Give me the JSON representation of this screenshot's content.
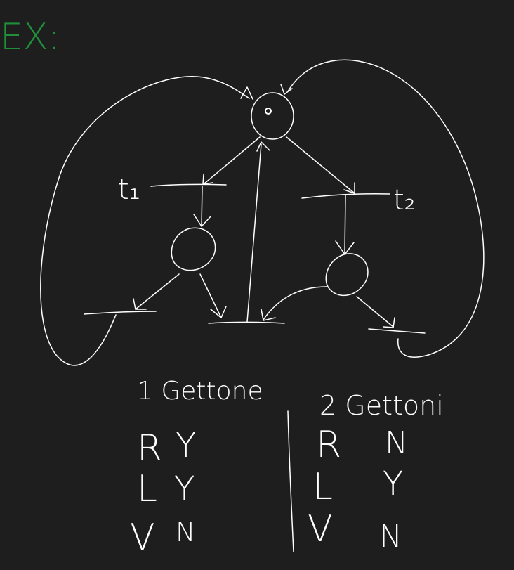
{
  "title": "EX:",
  "transitions": {
    "t1": "t₁",
    "t2": "t₂"
  },
  "tables": [
    {
      "header": "1 Gettone",
      "rows": [
        {
          "label": "R",
          "value": "Y"
        },
        {
          "label": "L",
          "value": "Y"
        },
        {
          "label": "V",
          "value": "N"
        }
      ]
    },
    {
      "header": "2 Gettoni",
      "rows": [
        {
          "label": "R",
          "value": "N"
        },
        {
          "label": "L",
          "value": "Y"
        },
        {
          "label": "V",
          "value": "N"
        }
      ]
    }
  ],
  "colors": {
    "background": "#1e1e1e",
    "ink": "#ffffff",
    "title": "#1f8f3a"
  }
}
